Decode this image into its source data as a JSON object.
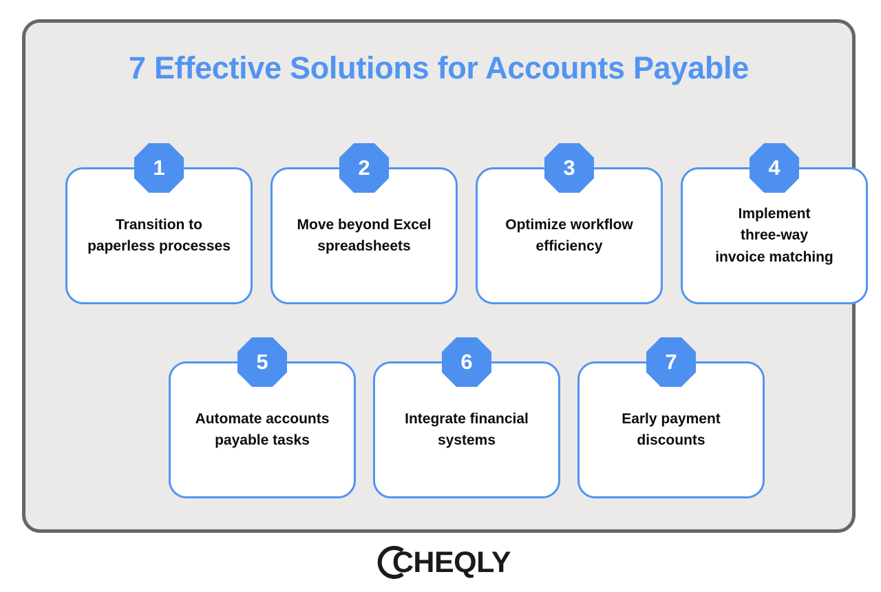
{
  "panel": {
    "background_color": "#ebeae8",
    "border_color": "#666666"
  },
  "header": {
    "title": "7 Effective Solutions for Accounts Payable",
    "title_color": "#5294f2"
  },
  "accent_color": "#5294f2",
  "badge_color": "#4d90f0",
  "cards": [
    {
      "number": "1",
      "label": "Transition to\npaperless processes"
    },
    {
      "number": "2",
      "label": "Move beyond Excel\nspreadsheets"
    },
    {
      "number": "3",
      "label": "Optimize workflow\nefficiency"
    },
    {
      "number": "4",
      "label": "Implement\nthree-way\ninvoice matching"
    },
    {
      "number": "5",
      "label": "Automate accounts\npayable tasks"
    },
    {
      "number": "6",
      "label": "Integrate financial\nsystems"
    },
    {
      "number": "7",
      "label": "Early payment\ndiscounts"
    }
  ],
  "footer": {
    "logo_text": "CHEQLY",
    "logo_icon": "cheqly-c-ring-icon",
    "logo_color": "#1a1a1a"
  }
}
